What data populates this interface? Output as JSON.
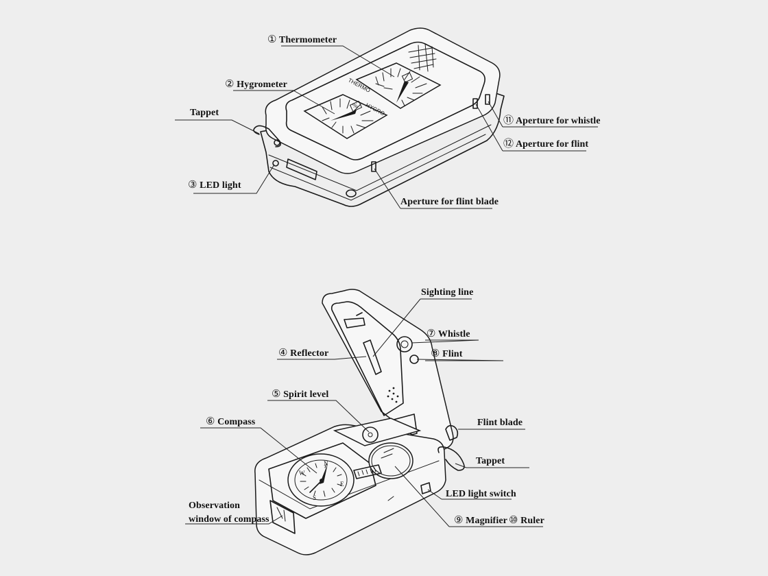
{
  "top_view": {
    "labels": {
      "thermometer": {
        "num": "①",
        "text": "Thermometer"
      },
      "hygrometer": {
        "num": "②",
        "text": "Hygrometer"
      },
      "tappet": {
        "num": "",
        "text": "Tappet"
      },
      "led_light": {
        "num": "③",
        "text": "LED light"
      },
      "aperture_whistle": {
        "num": "⑪",
        "text": "Aperture for whistle"
      },
      "aperture_flint": {
        "num": "⑫",
        "text": "Aperture for flint"
      },
      "aperture_flint_blade": {
        "num": "",
        "text": "Aperture for flint blade"
      }
    },
    "dial_marks": {
      "thermo": "THERMO",
      "hygro": "HYGRO",
      "percent": "%"
    }
  },
  "bottom_view": {
    "labels": {
      "sighting_line": {
        "num": "",
        "text": "Sighting line"
      },
      "whistle": {
        "num": "⑦",
        "text": "Whistle"
      },
      "reflector": {
        "num": "④",
        "text": "Reflector"
      },
      "flint": {
        "num": "⑧",
        "text": "Flint"
      },
      "spirit_level": {
        "num": "⑤",
        "text": "Spirit level"
      },
      "compass": {
        "num": "⑥",
        "text": "Compass"
      },
      "flint_blade": {
        "num": "",
        "text": "Flint blade"
      },
      "tappet": {
        "num": "",
        "text": "Tappet"
      },
      "led_light_switch": {
        "num": "",
        "text": "LED light switch"
      },
      "observation_window_line1": "Observation",
      "observation_window_line2": "window of compass",
      "magnifier": {
        "num": "⑨",
        "text": "Magnifier"
      },
      "ruler": {
        "num": "⑩",
        "text": "Ruler"
      }
    },
    "compass_marks": {
      "n": "N",
      "e": "E",
      "s": "S",
      "w": "W"
    }
  }
}
